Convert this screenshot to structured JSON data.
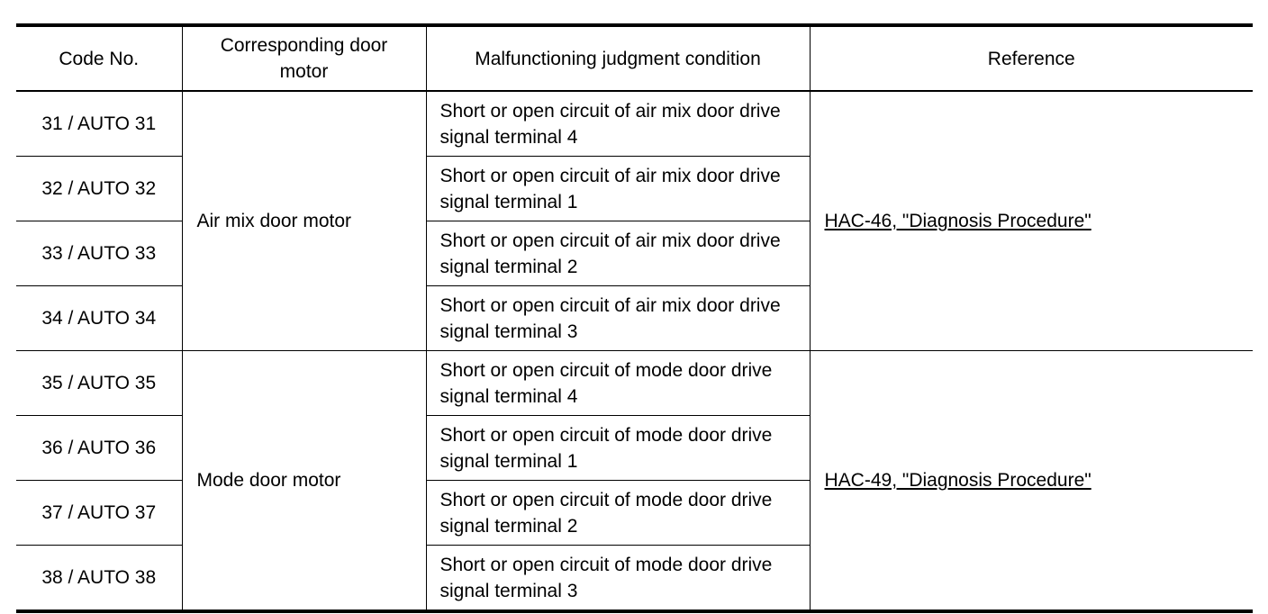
{
  "table": {
    "headers": [
      "Code No.",
      "Corresponding door motor",
      "Malfunctioning judgment condition",
      "Reference"
    ],
    "groups": [
      {
        "motor": "Air mix door motor",
        "reference": "HAC-46, \"Diagnosis Procedure\"",
        "rows": [
          {
            "code": "31 / AUTO 31",
            "condition": "Short or open circuit of air mix door drive signal terminal 4"
          },
          {
            "code": "32 / AUTO 32",
            "condition": "Short or open circuit of air mix door drive signal terminal 1"
          },
          {
            "code": "33 / AUTO 33",
            "condition": "Short or open circuit of air mix door drive signal terminal 2"
          },
          {
            "code": "34 / AUTO 34",
            "condition": "Short or open circuit of air mix door drive signal terminal 3"
          }
        ]
      },
      {
        "motor": "Mode door motor",
        "reference": "HAC-49, \"Diagnosis Procedure\"",
        "rows": [
          {
            "code": "35 / AUTO 35",
            "condition": "Short or open circuit of mode door drive signal terminal 4"
          },
          {
            "code": "36 / AUTO 36",
            "condition": "Short or open circuit of mode door drive signal terminal 1"
          },
          {
            "code": "37 / AUTO 37",
            "condition": "Short or open circuit of mode door drive signal terminal 2"
          },
          {
            "code": "38 / AUTO 38",
            "condition": "Short or open circuit of mode door drive signal terminal 3"
          }
        ]
      }
    ]
  }
}
